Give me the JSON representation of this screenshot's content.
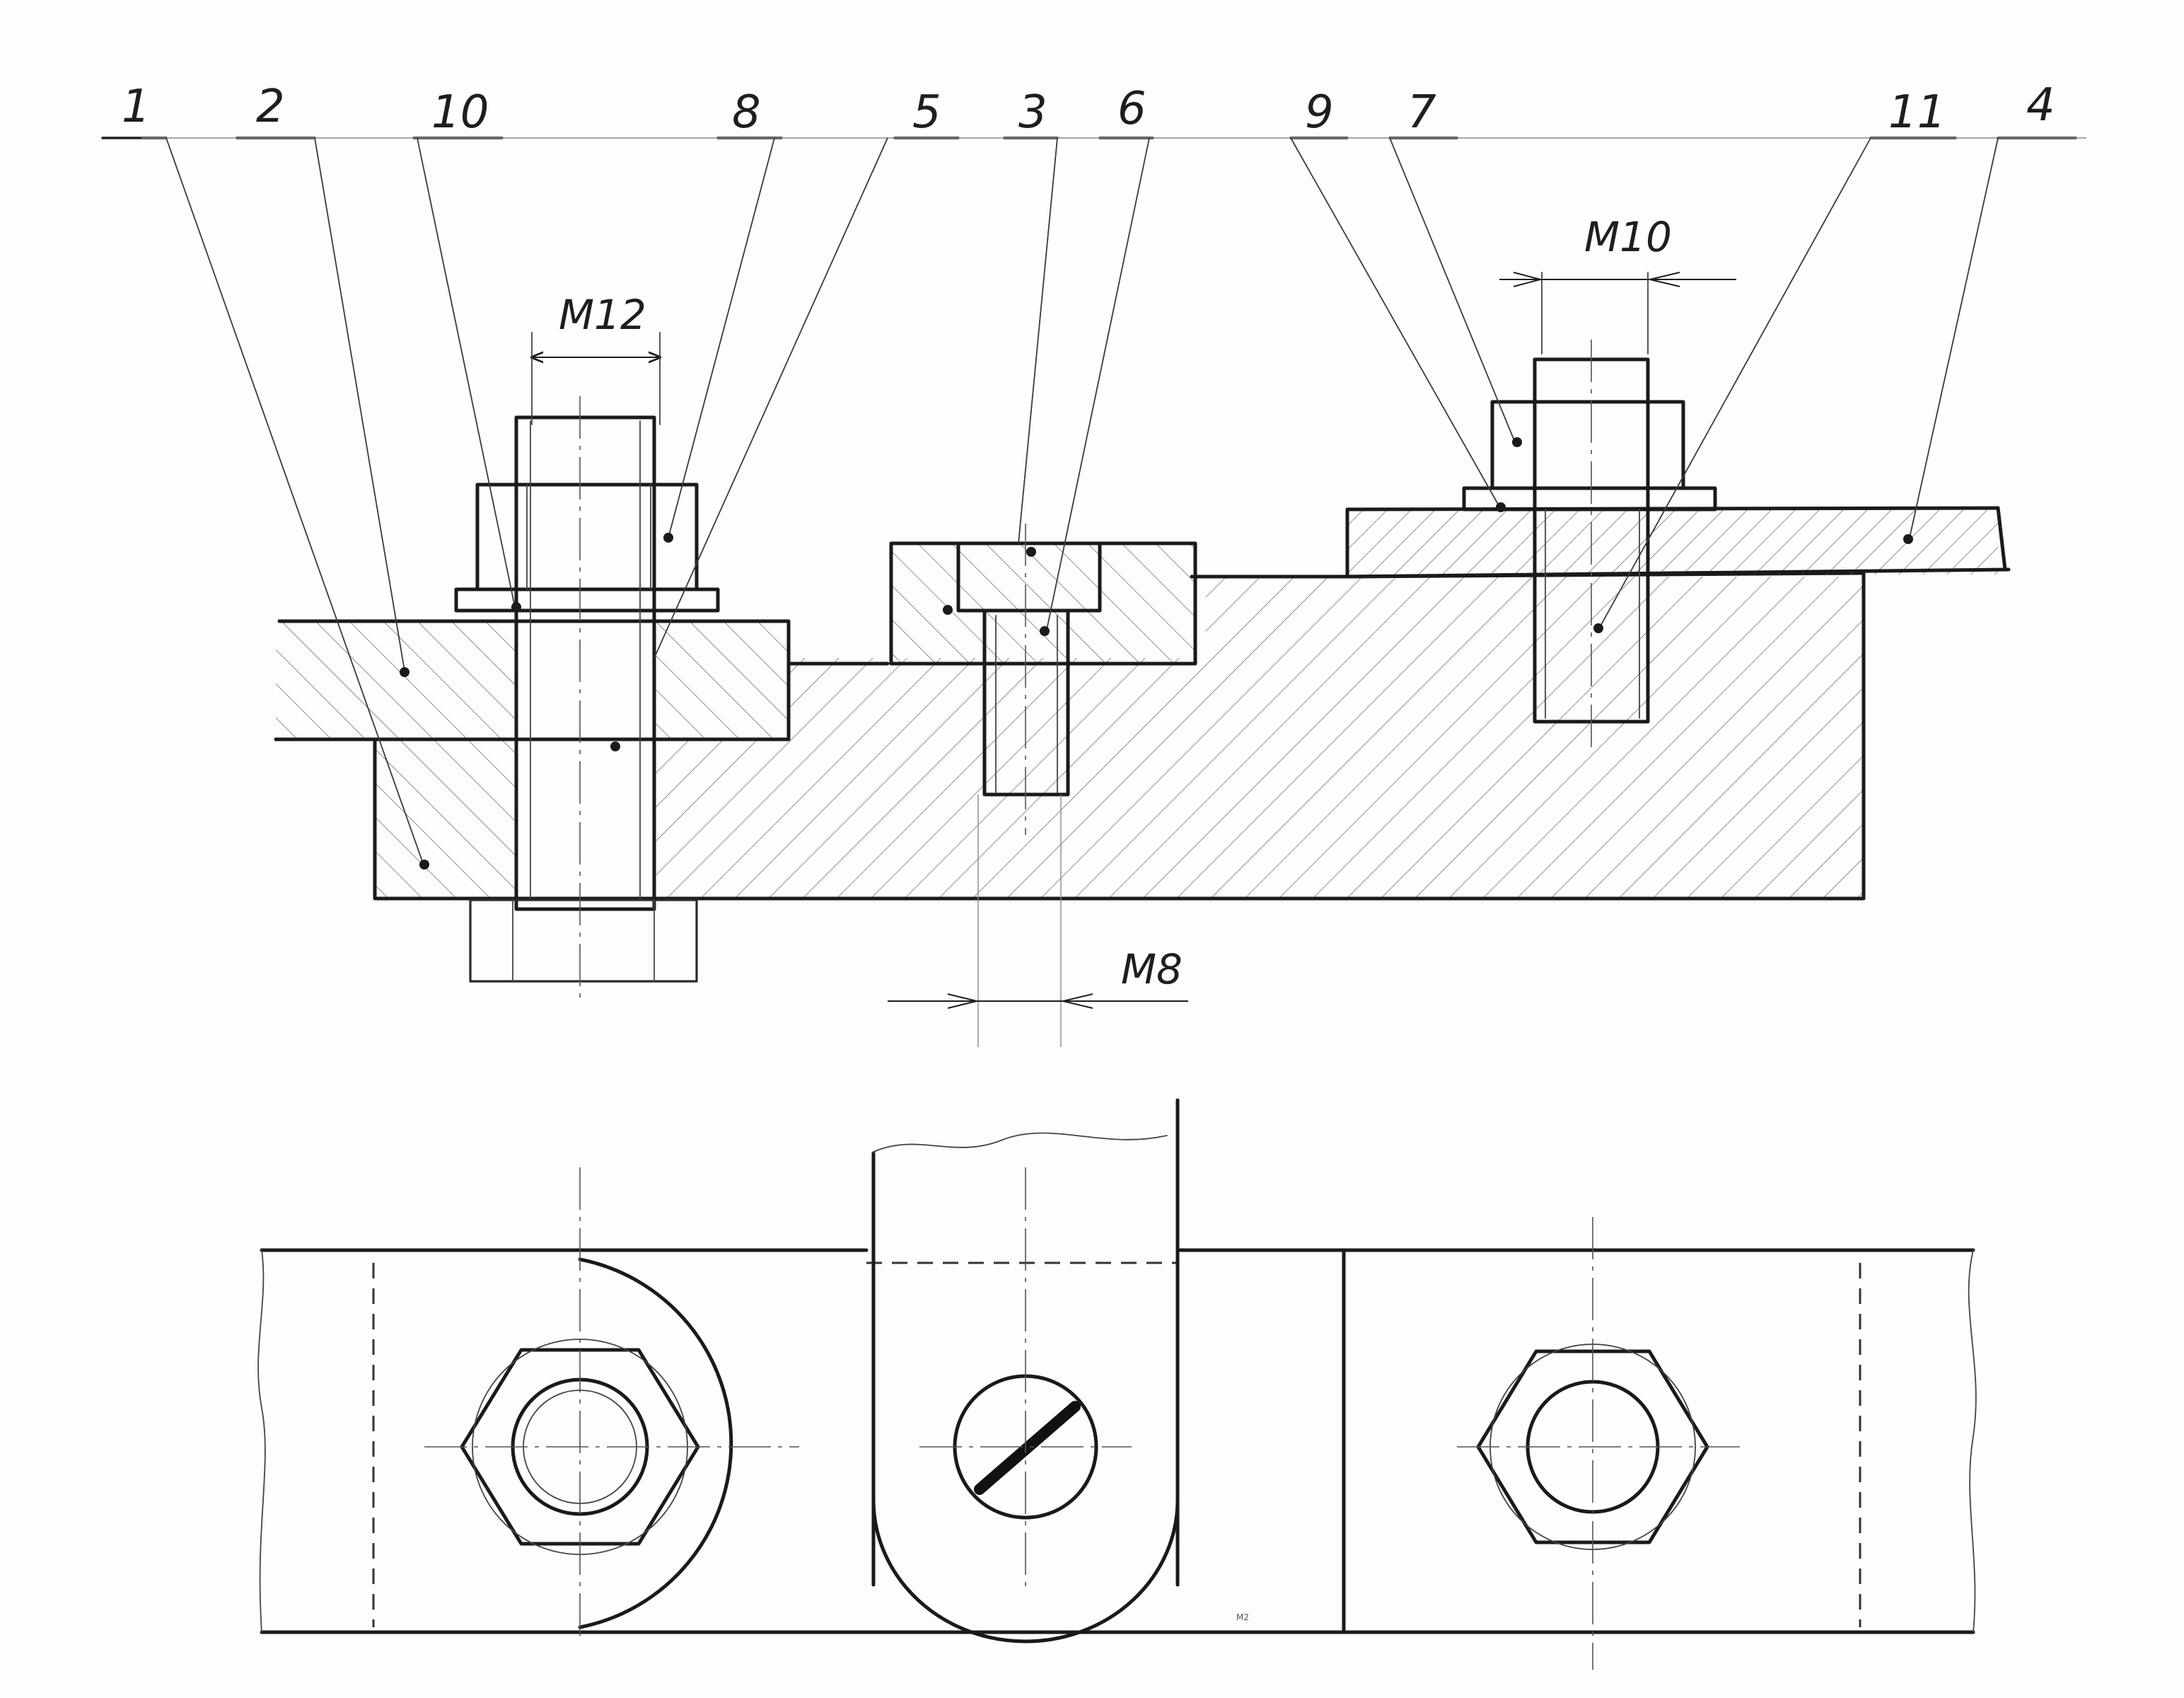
{
  "part_labels": [
    "1",
    "2",
    "10",
    "8",
    "5",
    "3",
    "6",
    "9",
    "7",
    "11",
    "4"
  ],
  "thread_dimensions": {
    "bolt": "M12",
    "screw": "M8",
    "stud": "M10"
  },
  "mark": "M2"
}
